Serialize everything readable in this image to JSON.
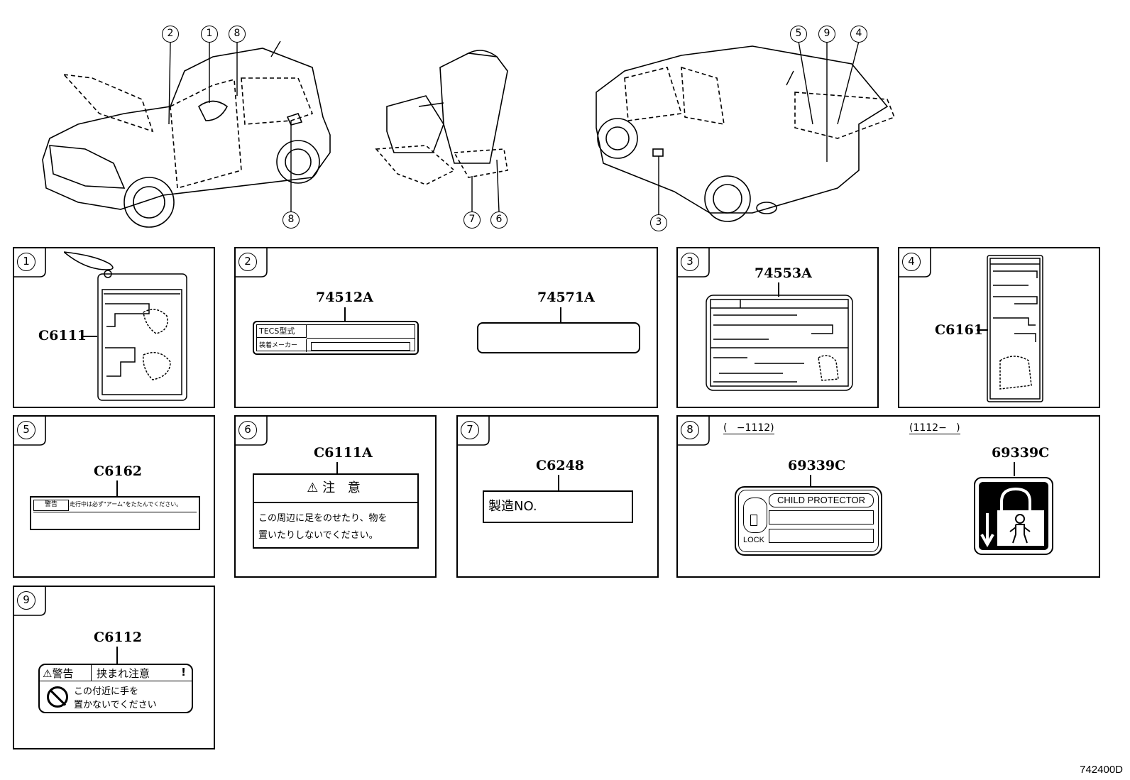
{
  "overview": {
    "callouts_front": [
      "2",
      "1",
      "8"
    ],
    "callout_front_bottom": "8",
    "callouts_seat": [
      "7",
      "6"
    ],
    "callouts_rear": [
      "5",
      "9",
      "4"
    ],
    "callout_rear_bottom": "3"
  },
  "panels": [
    {
      "num": "1",
      "parts": [
        "C6111"
      ]
    },
    {
      "num": "2",
      "parts": [
        "74512A",
        "74571A"
      ],
      "tecs_label": "TECS型式",
      "maker_label": "装着メーカー"
    },
    {
      "num": "3",
      "parts": [
        "74553A"
      ]
    },
    {
      "num": "4",
      "parts": [
        "C6161"
      ]
    },
    {
      "num": "5",
      "parts": [
        "C6162"
      ],
      "warning_tag": "警告",
      "warning_text": "走行中は必ず\"アーム\"をたたんでください。"
    },
    {
      "num": "6",
      "parts": [
        "C6111A"
      ],
      "caution_title": "注 意",
      "caution_text_1": "この周辺に足をのせたり、物を",
      "caution_text_2": "置いたりしないでください。"
    },
    {
      "num": "7",
      "parts": [
        "C6248"
      ],
      "serial_label": "製造NO."
    },
    {
      "num": "8",
      "parts": [
        "69339C",
        "69339C"
      ],
      "range_left": "(   −1112)",
      "range_right": "(1112−   )",
      "child_protector": "CHILD PROTECTOR",
      "lock": "LOCK"
    },
    {
      "num": "9",
      "parts": [
        "C6112"
      ],
      "warn_word": "警告",
      "warn_title": "挟まれ注意",
      "warn_mark": "!",
      "warn_text_1": "この付近に手を",
      "warn_text_2": "置かないでください"
    }
  ],
  "doc_id": "742400D"
}
